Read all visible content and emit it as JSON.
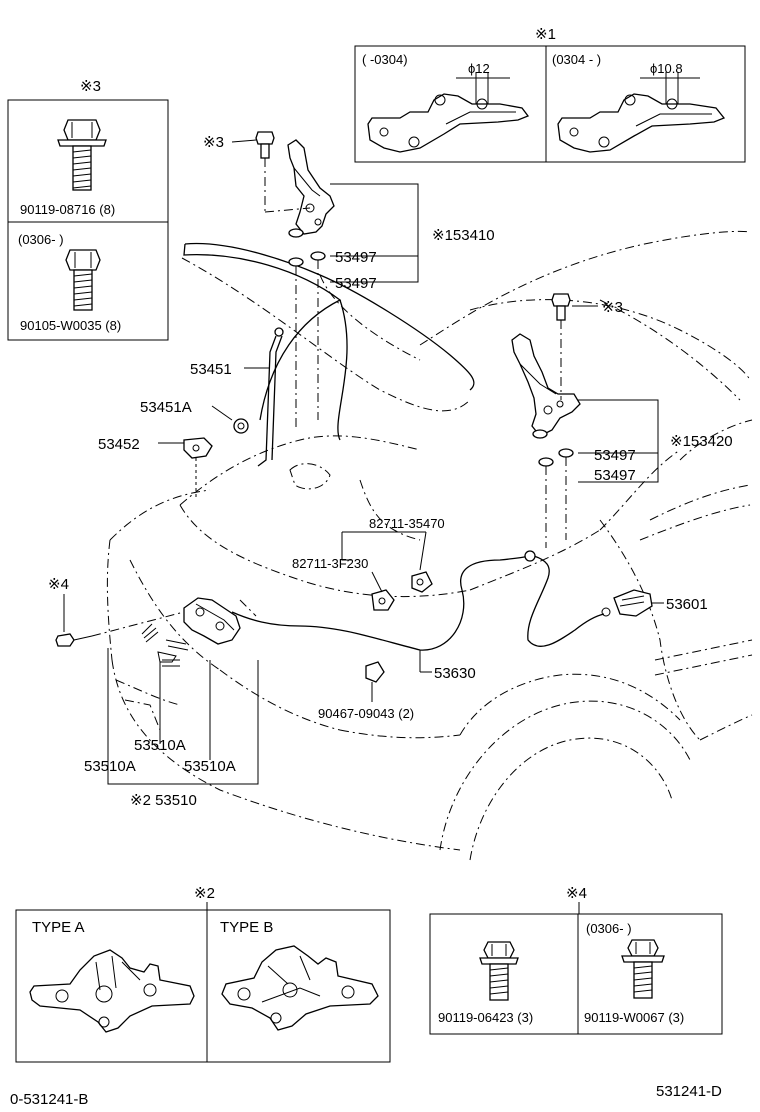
{
  "callouts": {
    "hinge_lh_assy": "※153410",
    "hinge_rh_assy": "※153420",
    "washer_1": "53497",
    "washer_2": "53497",
    "washer_3": "53497",
    "washer_4": "53497",
    "support_rod": "53451",
    "support_holder": "53451A",
    "rod_clamp": "53452",
    "cable_clamp_1": "82711-35470",
    "cable_clamp_2": "82711-3F230",
    "release_lever": "53601",
    "release_cable": "53630",
    "clip": "90467-09043 (2)",
    "bumper_a1": "53510A",
    "bumper_a2": "53510A",
    "bumper_a3": "53510A",
    "lock_assy": "※2 53510",
    "ref3_top": "※3",
    "ref3_rh": "※3",
    "ref4_side": "※4"
  },
  "inset_ref1": {
    "marker": "※1",
    "left_range": "(         -0304)",
    "left_dim": "ϕ12",
    "right_range": "(0304 -         )",
    "right_dim": "ϕ10.8"
  },
  "inset_ref3": {
    "marker": "※3",
    "bolt_a": "90119-08716 (8)",
    "bolt_b_range": "(0306-          )",
    "bolt_b": "90105-W0035 (8)"
  },
  "inset_ref2": {
    "marker": "※2",
    "type_a": "TYPE  A",
    "type_b": "TYPE  B"
  },
  "inset_ref4": {
    "marker": "※4",
    "bolt_a": "90119-06423 (3)",
    "bolt_b_range": "(0306-          )",
    "bolt_b": "90119-W0067 (3)"
  },
  "footer": {
    "left_code": "0-531241-B",
    "right_code": "531241-D"
  }
}
